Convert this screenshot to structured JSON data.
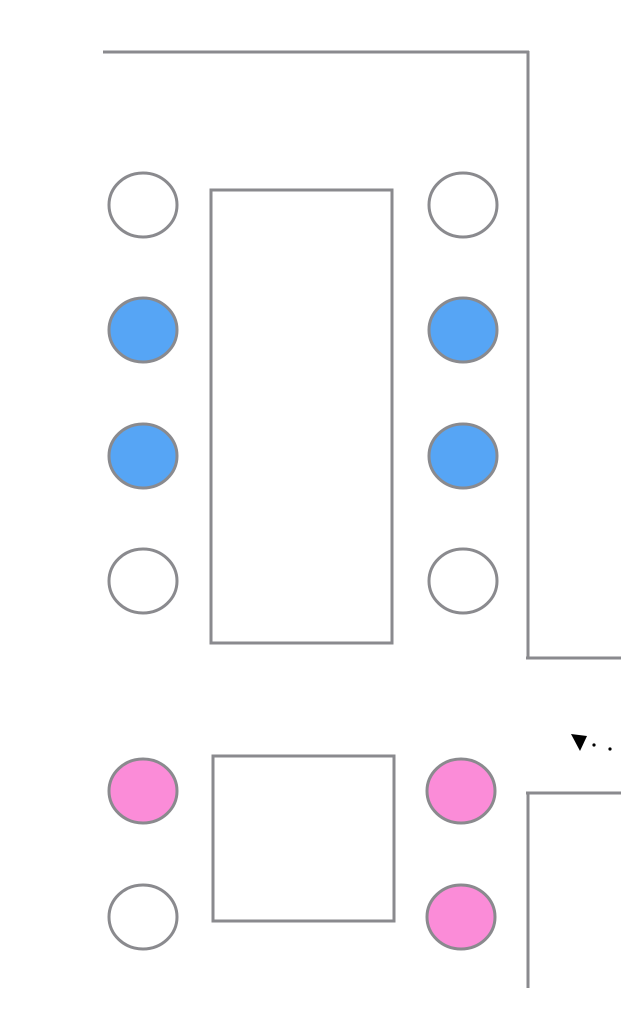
{
  "colors": {
    "line": "#8a8a8e",
    "empty": "#ffffff",
    "blue": "#56a5f5",
    "pink": "#fb8cd8"
  },
  "tables": [
    {
      "id": "table-1",
      "seats": [
        {
          "side": "left",
          "color": "empty"
        },
        {
          "side": "left",
          "color": "blue"
        },
        {
          "side": "left",
          "color": "blue"
        },
        {
          "side": "left",
          "color": "empty"
        },
        {
          "side": "right",
          "color": "empty"
        },
        {
          "side": "right",
          "color": "blue"
        },
        {
          "side": "right",
          "color": "blue"
        },
        {
          "side": "right",
          "color": "empty"
        }
      ]
    },
    {
      "id": "table-2",
      "seats": [
        {
          "side": "left",
          "color": "pink"
        },
        {
          "side": "left",
          "color": "empty"
        },
        {
          "side": "right",
          "color": "pink"
        },
        {
          "side": "right",
          "color": "pink"
        }
      ]
    }
  ],
  "entrance_icon": "entrance-arrow-icon"
}
